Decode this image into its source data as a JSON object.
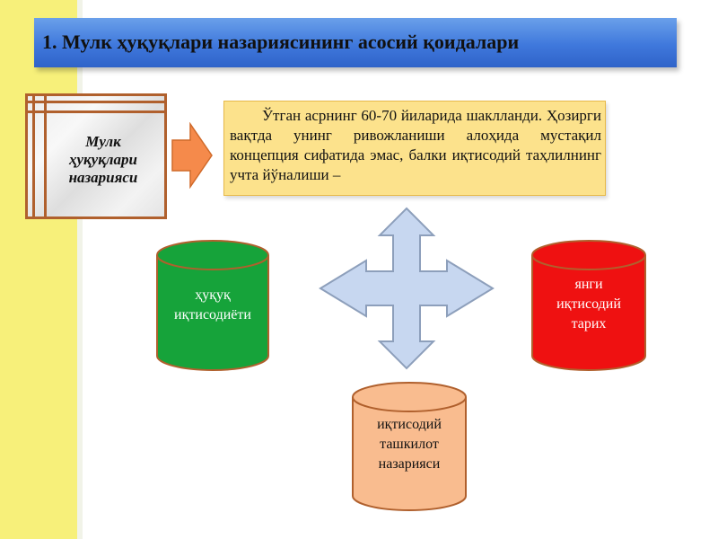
{
  "title": "1.   Мулк ҳуқуқлари назариясининг асосий қоидалари",
  "frame_label": [
    "Мулк",
    "ҳуқуқлари",
    "назарияси"
  ],
  "description": "Ўтган асрнинг 60-70 йиларида шаклланди. Ҳозирги вақтда унинг ривожланиши алоҳида мустақил концепция сифатида эмас, балки иқтисодий таҳлилнинг учта йўналиши –",
  "cylinders": {
    "green": {
      "lines": [
        "ҳуқуқ",
        "иқтисодиёти"
      ],
      "color": "#16a33a"
    },
    "red": {
      "lines": [
        "янги",
        "иқтисодий",
        "тарих"
      ],
      "color": "#ef1111"
    },
    "orange": {
      "lines": [
        "иқтисодий",
        "ташкилот",
        "назарияси"
      ],
      "color": "#f9bc8f"
    }
  },
  "colors": {
    "band": "#f7f07a",
    "title_bar": "#3f78dc",
    "frame_border": "#b0602d",
    "arrow": "#f58a4b",
    "desc_box": "#fce28c",
    "cross": "#c7d7f0"
  }
}
